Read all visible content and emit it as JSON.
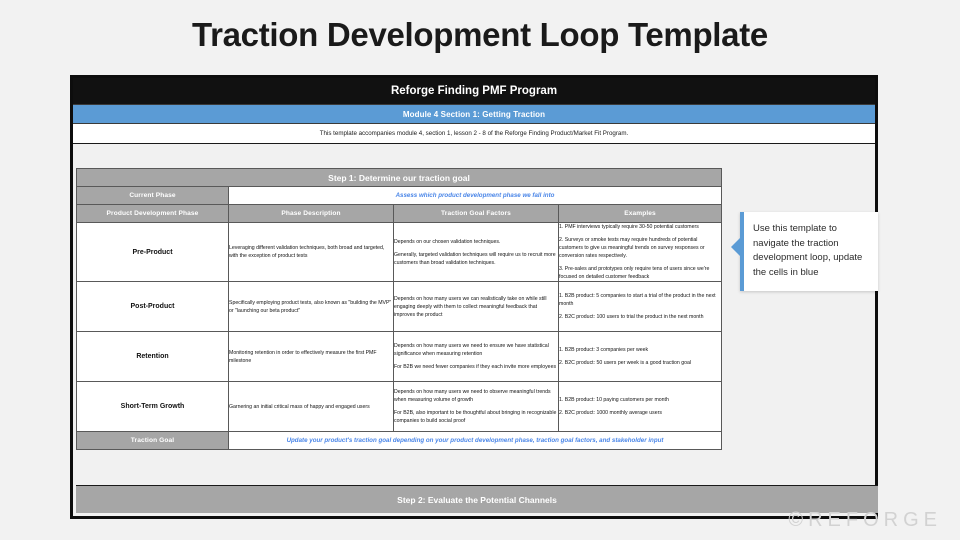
{
  "slide": {
    "title": "Traction Development Loop Template",
    "program_header": "Reforge Finding PMF Program",
    "module_band": "Module 4 Section 1: Getting Traction",
    "description": "This template accompanies module 4, section 1, lesson 2 - 8 of the Reforge Finding Product/Market Fit Program.",
    "watermark": "©REFORGE"
  },
  "step1": {
    "bar_label": "Step 1: Determine our traction goal",
    "current_phase_label": "Current Phase",
    "current_phase_value": "Assess which product development phase we fall into",
    "columns": [
      "Product Development Phase",
      "Phase Description",
      "Traction Goal Factors",
      "Examples"
    ],
    "rows": [
      {
        "phase": "Pre-Product",
        "description": "Leveraging different validation techniques, both broad and targeted, with the exception of product tests",
        "factors_p1": "Depends on our chosen validation techniques.",
        "factors_p2": "Generally, targeted validation techniques will require us to recruit more customers than broad validation techniques.",
        "examples_p1": "1. PMF interviews typically require 30-50 potential customers",
        "examples_p2": "2. Surveys or smoke tests may require hundreds of potential customers to give us meaningful trends on survey responses or conversion rates respectively.",
        "examples_p3": "3. Pre-sales and prototypes only require tens of users since we're focused on detailed customer feedback"
      },
      {
        "phase": "Post-Product",
        "description": "Specifically employing product tests, also known as \"building the MVP\" or \"launching our beta product\"",
        "factors_p1": "Depends on how many users we can realistically take on while still engaging deeply with them to collect meaningful feedback that improves the product",
        "factors_p2": "",
        "examples_p1": "1. B2B product: 5 companies to start a trial of the product in the next month",
        "examples_p2": "2. B2C product: 100 users to trial the product in the next month",
        "examples_p3": ""
      },
      {
        "phase": "Retention",
        "description": "Monitoring retention in order to effectively measure the first PMF milestone",
        "factors_p1": "Depends on how many users we need to ensure we have statistical significance when measuring retention",
        "factors_p2": "For B2B we need fewer companies if they each invite more employees",
        "examples_p1": "1. B2B product: 3 companies per week",
        "examples_p2": "2. B2C product: 50 users per week is a good traction goal",
        "examples_p3": ""
      },
      {
        "phase": "Short-Term Growth",
        "description": "Garnering an initial critical mass of happy and engaged users",
        "factors_p1": "Depends on how many users we need to observe meaningful trends when measuring volume of growth",
        "factors_p2": "For B2B, also important to be thoughtful about bringing in recognizable companies to build social proof",
        "examples_p1": "1. B2B product: 10 paying customers per month",
        "examples_p2": "2. B2C product: 1000 monthly average users",
        "examples_p3": ""
      }
    ],
    "traction_goal_label": "Traction Goal",
    "traction_goal_value": "Update your product's traction goal depending on your product development phase, traction goal factors, and stakeholder input"
  },
  "step2": {
    "bar_label": "Step 2: Evaluate the Potential Channels"
  },
  "callout": {
    "text": "Use this template to navigate the traction development loop, update the cells in blue",
    "accent_color": "#5b9bd5"
  },
  "colors": {
    "accent_blue": "#5b9bd5",
    "link_blue": "#4a86e8",
    "header_gray": "#a6a6a6",
    "frame_black": "#0d0d0d"
  }
}
